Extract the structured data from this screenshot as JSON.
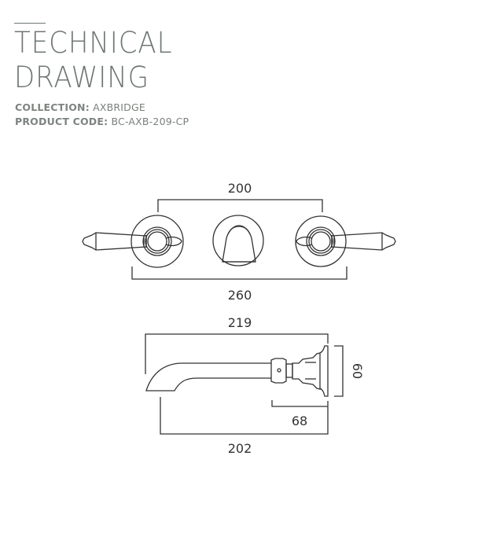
{
  "header": {
    "title_line1": "TECHNICAL",
    "title_line2": "DRAWING",
    "collection_label": "COLLECTION:",
    "collection_value": "AXBRIDGE",
    "product_code_label": "PRODUCT CODE:",
    "product_code_value": "BC-AXB-209-CP"
  },
  "front_view": {
    "dimensions": {
      "handle_centres": "200",
      "overall_width": "260"
    }
  },
  "side_view": {
    "dimensions": {
      "overall_projection": "219",
      "spout_reach": "202",
      "body_depth": "68",
      "backplate_height": "60"
    }
  },
  "colors": {
    "title": "#6f7772",
    "line": "#333333"
  }
}
